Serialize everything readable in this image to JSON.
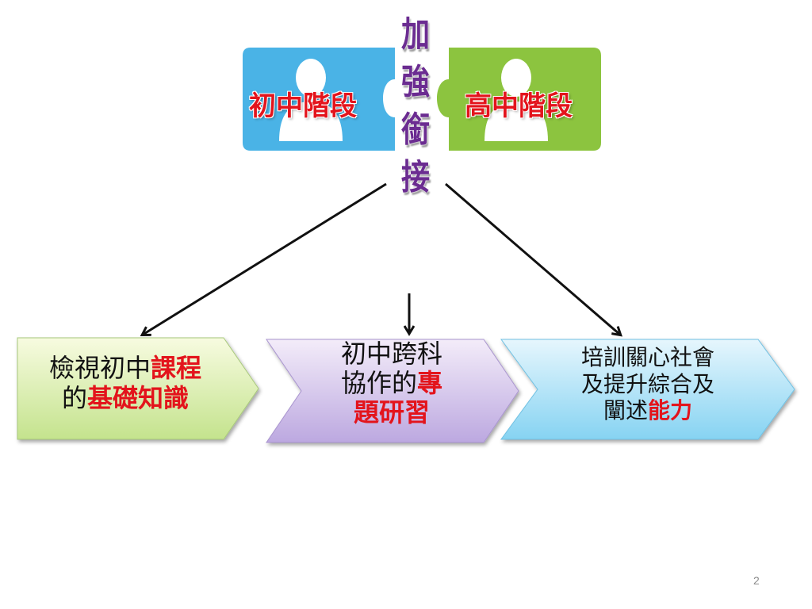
{
  "header": {
    "left_piece": {
      "label": "初中階段",
      "color": "#4ab3e6"
    },
    "right_piece": {
      "label": "高中階段",
      "color": "#8cc43f"
    },
    "vertical_title": [
      "加",
      "強",
      "銜",
      "接"
    ],
    "title_color": "#6b2c91"
  },
  "boxes": [
    {
      "id": "box-1",
      "line1_plain": "檢視初中",
      "line1_hl": "課程",
      "line2_plain": "的",
      "line2_hl": "基礎知識",
      "color_top": "#f7fbe0",
      "color_bottom": "#c4e38d"
    },
    {
      "id": "box-2",
      "line1": "初中跨科",
      "line2_plain": "協作的",
      "line2_hl": "專",
      "line3_hl": "題研習",
      "color_top": "#f3ecf9",
      "color_bottom": "#bca8e0"
    },
    {
      "id": "box-3",
      "line1": "培訓關心社會",
      "line2": "及提升綜合及",
      "line3_plain": "闡述",
      "line3_hl": "能力",
      "color_top": "#e6f6fd",
      "color_bottom": "#86d3f2"
    }
  ],
  "highlight_color": "#e3141c",
  "page_number": "2"
}
